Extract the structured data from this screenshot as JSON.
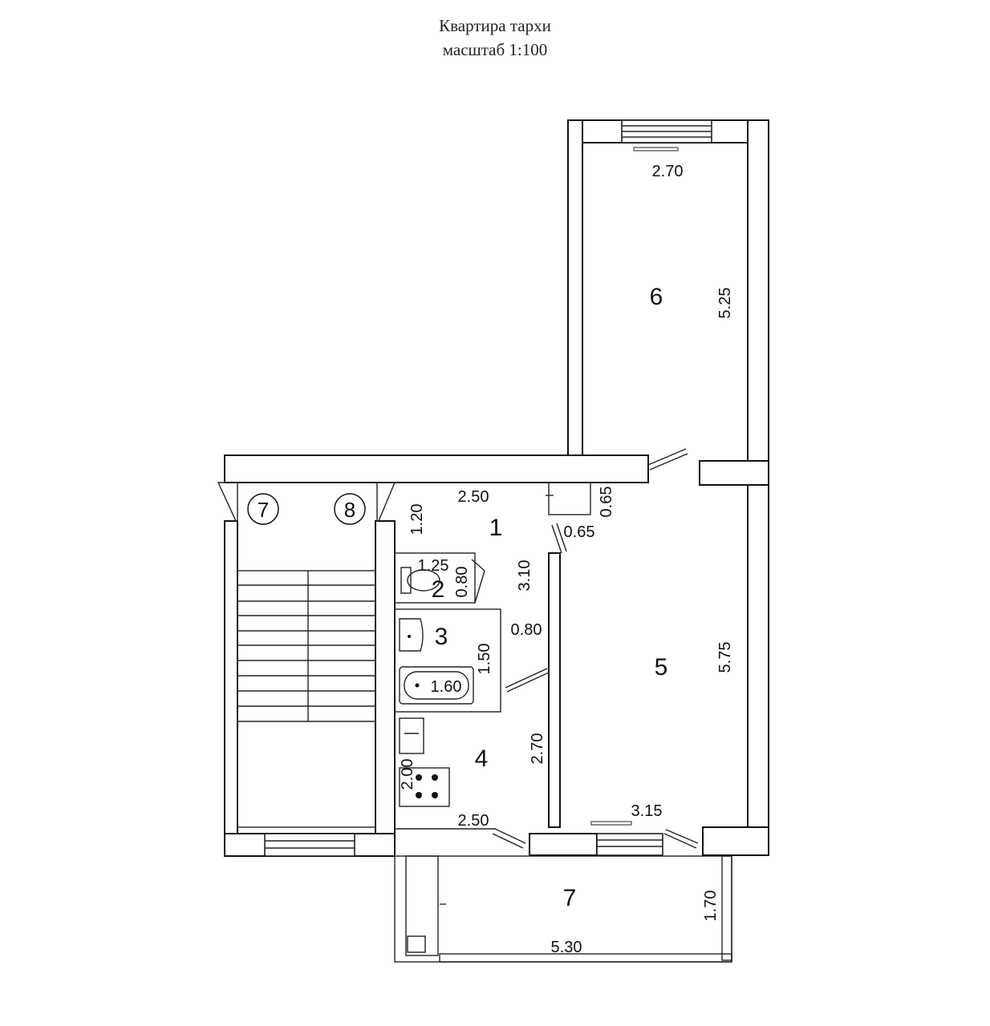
{
  "title": {
    "line1": "Квартира тархи",
    "line2": "масштаб 1:100"
  },
  "rooms": {
    "r1": "1",
    "r2": "2",
    "r3": "3",
    "r4": "4",
    "r5": "5",
    "r6": "6",
    "r7": "7"
  },
  "stair_labels": {
    "a": "7",
    "b": "8"
  },
  "dimensions": {
    "room6_width": "2.70",
    "room6_length": "5.25",
    "hall_width": "2.50",
    "hall_depth": "1.20",
    "closet_w": "0.65",
    "closet_d": "0.65",
    "wc_w": "1.25",
    "wc_d": "0.80",
    "corridor_len": "3.10",
    "bath_w": "0.80",
    "bath_d": "1.50",
    "bathtub_len": "1.60",
    "kitchen_len": "2.70",
    "kitchen_w2": "2.00",
    "kitchen_w": "2.50",
    "room5_length": "5.75",
    "room5_width": "3.15",
    "balcony_len": "5.30",
    "balcony_w": "1.70"
  }
}
